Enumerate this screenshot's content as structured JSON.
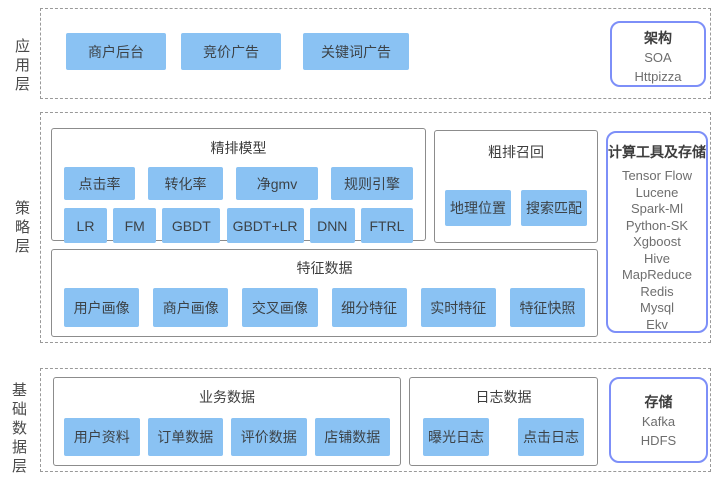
{
  "colors": {
    "box-blue": "#8ac2f3",
    "box-blue-text": "#3c4247",
    "panel-border": "#7d8ff8",
    "solid-border": "#8c8c8c",
    "dashed-border": "#999999",
    "title-text": "#3d3d3d",
    "muted-text": "#6e6e6e",
    "label-text": "#4a4a4a"
  },
  "layers": {
    "app": {
      "label": "应用层",
      "items": [
        "商户后台",
        "竞价广告",
        "关键词广告"
      ],
      "arch": {
        "title": "架构",
        "items": [
          "SOA",
          "Httpizza"
        ]
      }
    },
    "strategy": {
      "label": "策略层",
      "fine_model": {
        "title": "精排模型",
        "row1": [
          "点击率",
          "转化率",
          "净gmv",
          "规则引擎"
        ],
        "row2": [
          "LR",
          "FM",
          "GBDT",
          "GBDT+LR",
          "DNN",
          "FTRL"
        ]
      },
      "recall": {
        "title": "粗排召回",
        "items": [
          "地理位置",
          "搜索匹配"
        ]
      },
      "features": {
        "title": "特征数据",
        "items": [
          "用户画像",
          "商户画像",
          "交叉画像",
          "细分特征",
          "实时特征",
          "特征快照"
        ]
      },
      "tools": {
        "title": "计算工具及存储",
        "items": [
          "Tensor Flow",
          "Lucene",
          "Spark-Ml",
          "Python-SK",
          "Xgboost",
          "Hive",
          "MapReduce",
          "Redis",
          "Mysql",
          "Ekv"
        ]
      }
    },
    "base": {
      "label": "基础数据层",
      "business": {
        "title": "业务数据",
        "items": [
          "用户资料",
          "订单数据",
          "评价数据",
          "店铺数据"
        ]
      },
      "logs": {
        "title": "日志数据",
        "items": [
          "曝光日志",
          "点击日志"
        ]
      },
      "storage": {
        "title": "存储",
        "items": [
          "Kafka",
          "HDFS"
        ]
      }
    }
  }
}
